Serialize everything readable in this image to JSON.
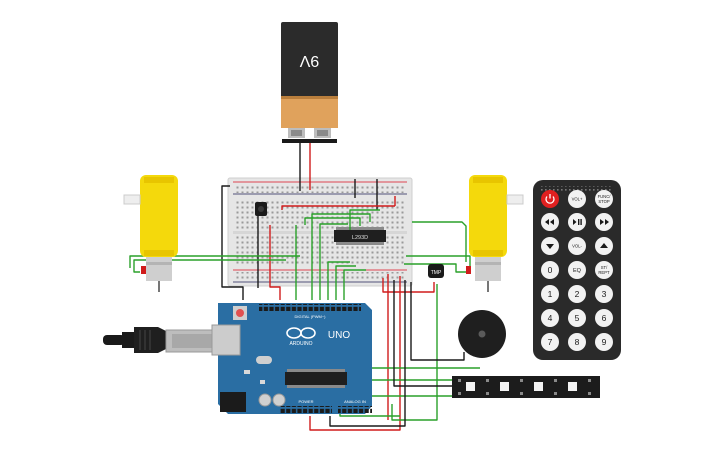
{
  "battery": {
    "label": "9V"
  },
  "breadboard": {
    "chip_label": "L293D"
  },
  "sensor": {
    "label": "TMP"
  },
  "arduino": {
    "model": "UNO",
    "brand": "ARDUINO",
    "digital_header": "DIGITAL (PWM~)",
    "power_header": "POWER",
    "analog_header": "ANALOG IN"
  },
  "remote": {
    "buttons": [
      {
        "label": "",
        "icon": "power-icon"
      },
      {
        "label": "VOL+",
        "icon": ""
      },
      {
        "label": "FUNC/ STOP",
        "icon": ""
      },
      {
        "label": "",
        "icon": "rewind-icon"
      },
      {
        "label": "",
        "icon": "play-pause-icon"
      },
      {
        "label": "",
        "icon": "fast-forward-icon"
      },
      {
        "label": "",
        "icon": "down-icon"
      },
      {
        "label": "VOL-",
        "icon": ""
      },
      {
        "label": "",
        "icon": "up-icon"
      },
      {
        "label": "0",
        "icon": ""
      },
      {
        "label": "EQ",
        "icon": ""
      },
      {
        "label": "ST/ REPT",
        "icon": ""
      },
      {
        "label": "1",
        "icon": ""
      },
      {
        "label": "2",
        "icon": ""
      },
      {
        "label": "3",
        "icon": ""
      },
      {
        "label": "4",
        "icon": ""
      },
      {
        "label": "5",
        "icon": ""
      },
      {
        "label": "6",
        "icon": ""
      },
      {
        "label": "7",
        "icon": ""
      },
      {
        "label": "8",
        "icon": ""
      },
      {
        "label": "9",
        "icon": ""
      }
    ]
  },
  "colors": {
    "battery_body": "#2b2b2b",
    "battery_band": "#e0a25c",
    "breadboard": "#e6e6e6",
    "motor": "#f4d90c",
    "arduino": "#2a6ea3",
    "remote": "#2a2a2a",
    "power_button": "#e02020",
    "wire_red": "#d01c1c",
    "wire_green": "#2aa12a",
    "wire_black": "#1a1a1a",
    "strip": "#1c1c1c"
  }
}
